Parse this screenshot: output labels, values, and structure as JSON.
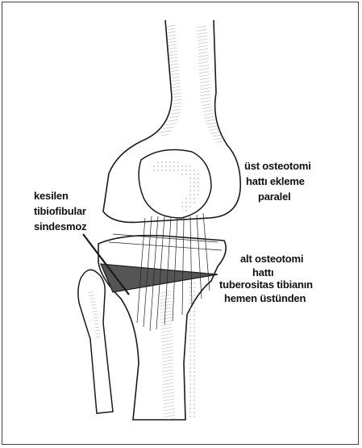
{
  "labels": {
    "left_1": "kesilen",
    "left_2": "tibiofibular",
    "left_3": "sindesmoz",
    "upper_1": "üst osteotomi",
    "upper_2": "hattı ekleme",
    "upper_3": "paralel",
    "lower_1": "alt osteotomi",
    "lower_2": "hattı",
    "lower_3": "tuberositas tibianın",
    "lower_4": "hemen üstünden"
  },
  "colors": {
    "ink": "#1a1a1a",
    "wedge": "#555555",
    "bone_shade": "#9a9a9a"
  }
}
